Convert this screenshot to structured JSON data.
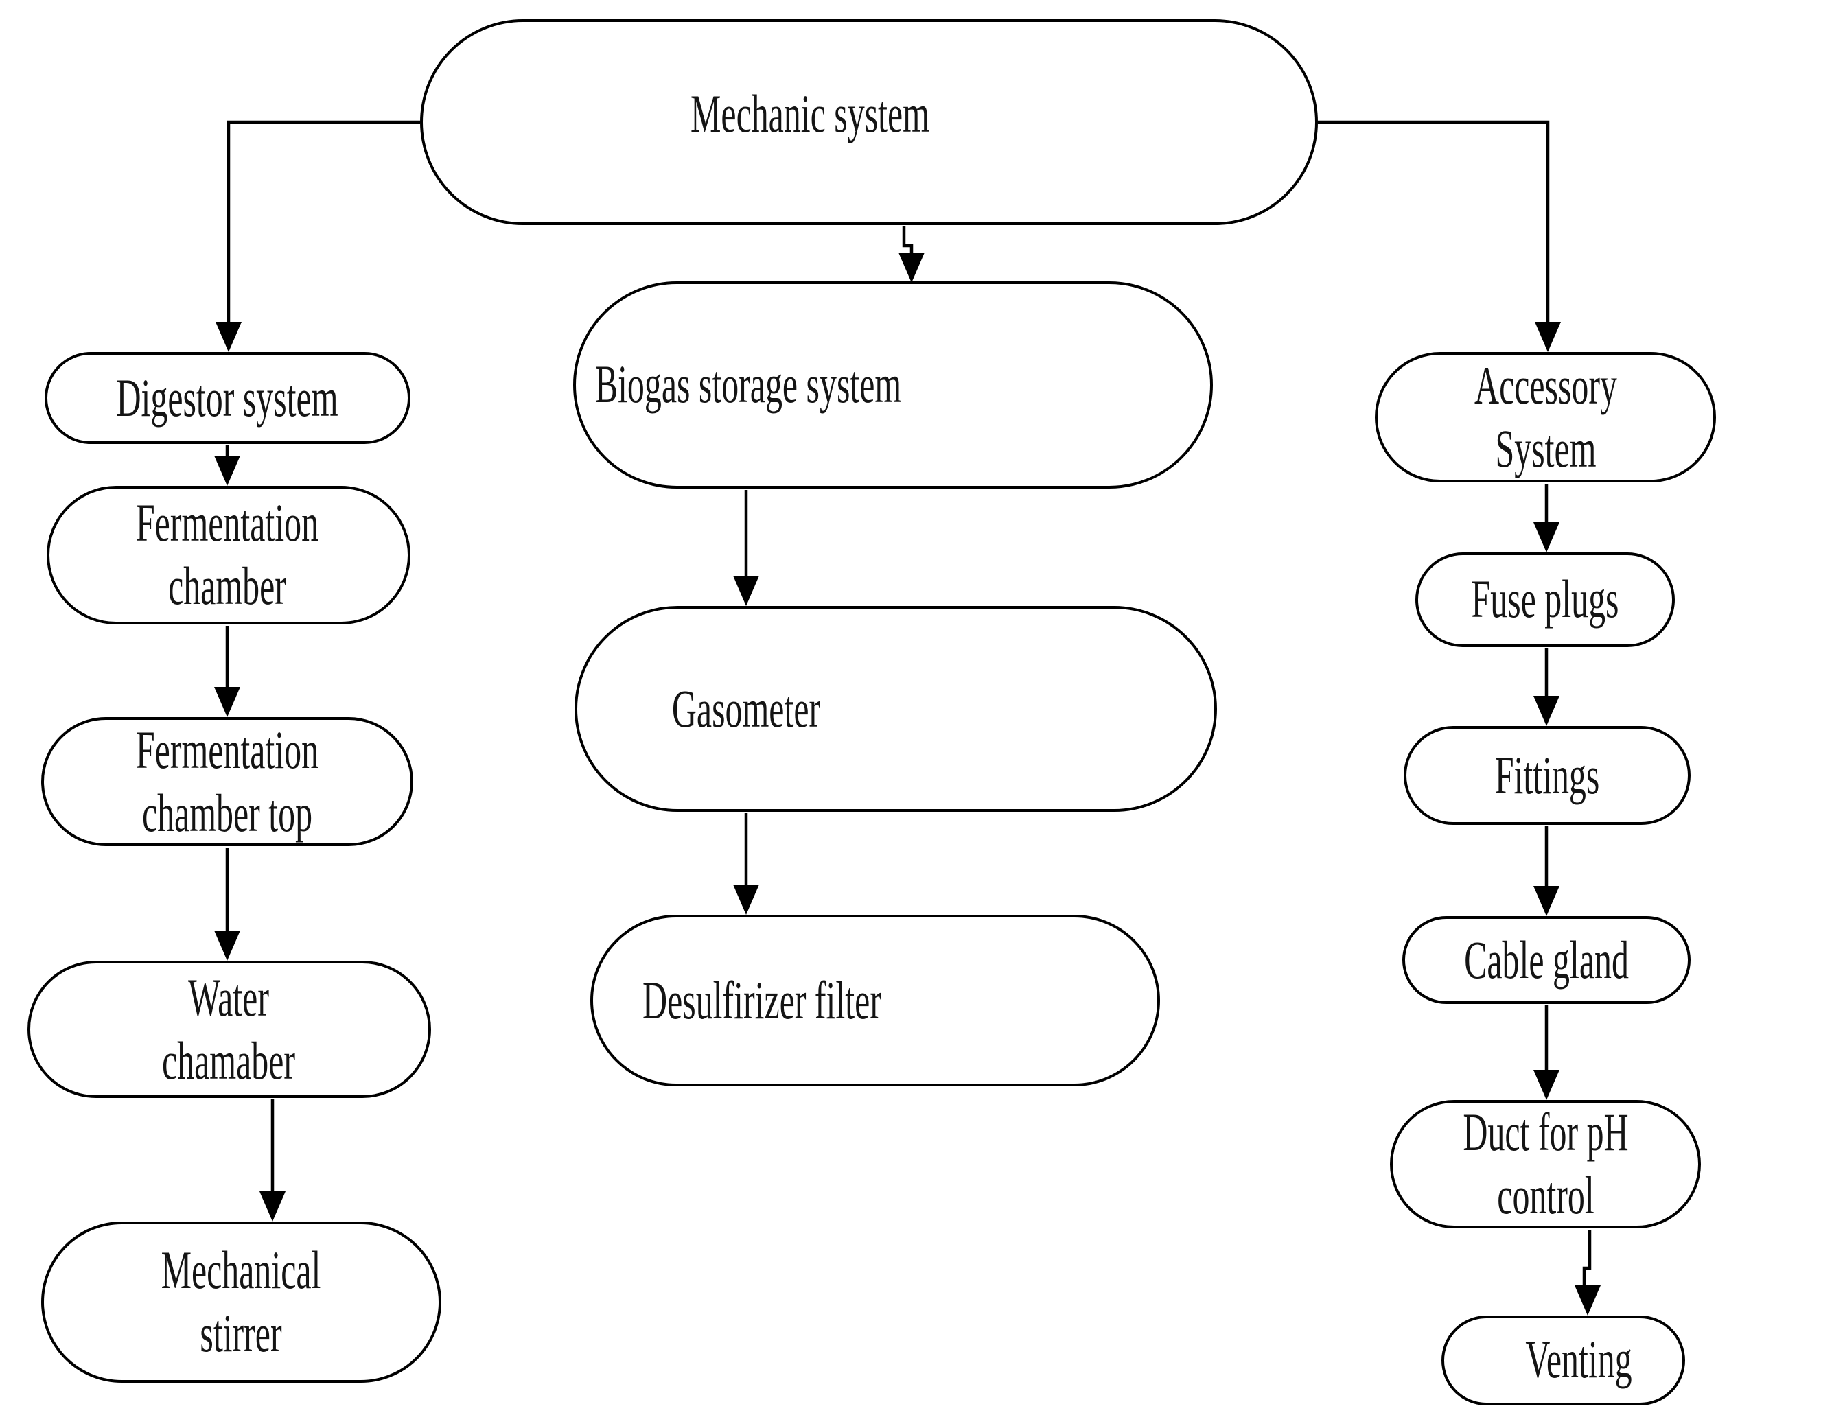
{
  "diagram": {
    "type": "flowchart",
    "title": "Mechanic system",
    "background_color": "#ffffff",
    "stroke_color": "#000000",
    "text_color": "#141414"
  },
  "nodes": {
    "mechanic": {
      "label": "Mechanic system"
    },
    "digestor": {
      "label": "Digestor system"
    },
    "ferm_chamber": {
      "label": "Fermentation\nchamber"
    },
    "ferm_top": {
      "label": "Fermentation\nchamber top"
    },
    "water": {
      "label": "Water\nchamaber"
    },
    "stirrer": {
      "label": "Mechanical\nstirrer"
    },
    "biogas": {
      "label": "Biogas storage system"
    },
    "gasometer": {
      "label": "Gasometer"
    },
    "desulf": {
      "label": "Desulfirizer filter"
    },
    "accessory": {
      "label": "Accessory\nSystem"
    },
    "fuse": {
      "label": "Fuse plugs"
    },
    "fittings": {
      "label": "Fittings"
    },
    "cable": {
      "label": "Cable gland"
    },
    "duct": {
      "label": "Duct for pH\ncontrol"
    },
    "venting": {
      "label": "Venting"
    }
  },
  "edges": [
    {
      "from": "Mechanic system",
      "to": "Digestor system"
    },
    {
      "from": "Mechanic system",
      "to": "Biogas storage system"
    },
    {
      "from": "Mechanic system",
      "to": "Accessory System"
    },
    {
      "from": "Digestor system",
      "to": "Fermentation chamber"
    },
    {
      "from": "Fermentation chamber",
      "to": "Fermentation chamber top"
    },
    {
      "from": "Fermentation chamber top",
      "to": "Water chamaber"
    },
    {
      "from": "Water chamaber",
      "to": "Mechanical stirrer"
    },
    {
      "from": "Biogas storage system",
      "to": "Gasometer"
    },
    {
      "from": "Gasometer",
      "to": "Desulfirizer filter"
    },
    {
      "from": "Accessory System",
      "to": "Fuse plugs"
    },
    {
      "from": "Fuse plugs",
      "to": "Fittings"
    },
    {
      "from": "Fittings",
      "to": "Cable gland"
    },
    {
      "from": "Cable gland",
      "to": "Duct for pH control"
    },
    {
      "from": "Duct for pH control",
      "to": "Venting"
    }
  ]
}
